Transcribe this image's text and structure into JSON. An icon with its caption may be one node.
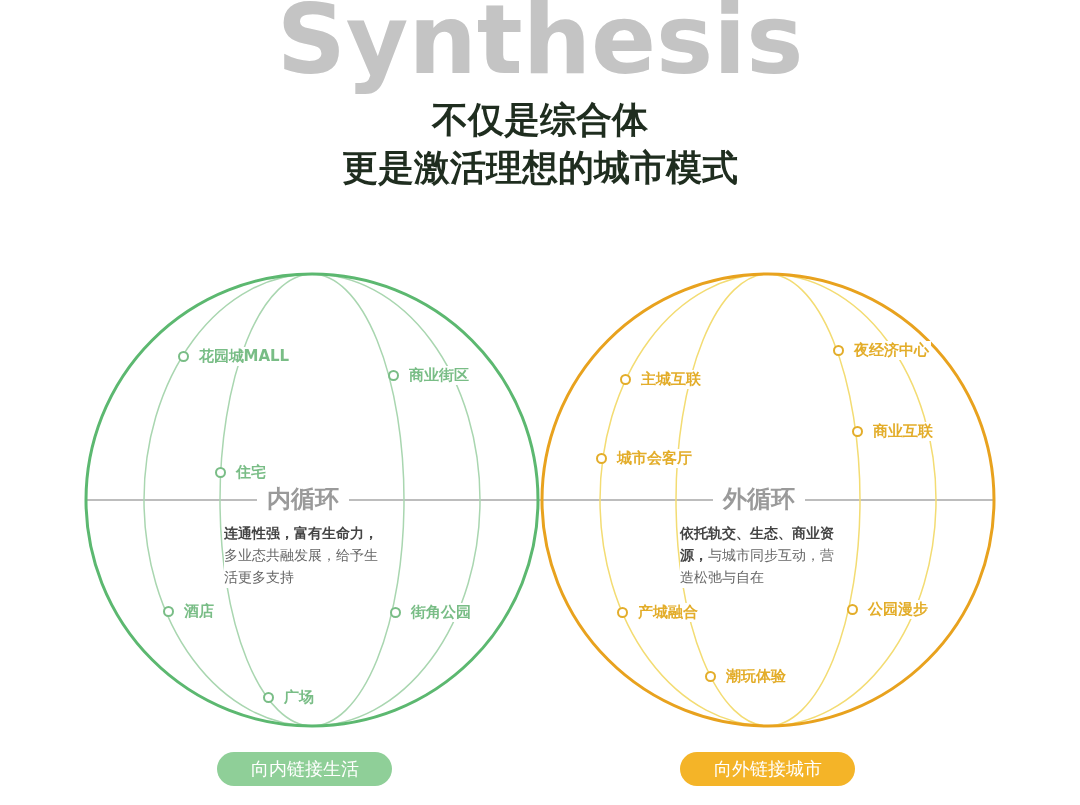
{
  "diagram": {
    "nodes": [
      {
        "text": [
          "内循环",
          "**连通性强，富有生命力，**多业态共融发展，给予生活更多支持"
        ]
      },
      {
        "text": [
          "花园城MALL"
        ],
        "in": 0
      },
      {
        "text": [
          "商业街区"
        ],
        "in": 0
      },
      {
        "text": [
          "住宅"
        ],
        "in": 0
      },
      {
        "text": [
          "酒店"
        ],
        "in": 0
      },
      {
        "text": [
          "街角公园"
        ],
        "in": 0
      },
      {
        "text": [
          "广场"
        ],
        "in": 0
      },
      {
        "text": [
          "外循环",
          "**依托轨交、生态、商业资源，**与城市同步互动，营造松弛与自在"
        ]
      },
      {
        "text": [
          "夜经济中心"
        ],
        "in": 7
      },
      {
        "text": [
          "主城互联"
        ],
        "in": 7
      },
      {
        "text": [
          "商业互联"
        ],
        "in": 7
      },
      {
        "text": [
          "城市会客厅"
        ],
        "in": 7
      },
      {
        "text": [
          "产城融合"
        ],
        "in": 7
      },
      {
        "text": [
          "公园漫步"
        ],
        "in": 7
      },
      {
        "text": [
          "潮玩体验"
        ],
        "in": 7
      },
      {
        "text": [
          "向内链接生活"
        ]
      },
      {
        "text": [
          "向外链接城市"
        ]
      }
    ],
    "edges": [
      {
        "from": 0,
        "to": 7,
        "arrow": "none"
      }
    ],
    "labels": [
      "Synthesis",
      "不仅是综合体",
      "更是激活理想的城市模式"
    ]
  }
}
